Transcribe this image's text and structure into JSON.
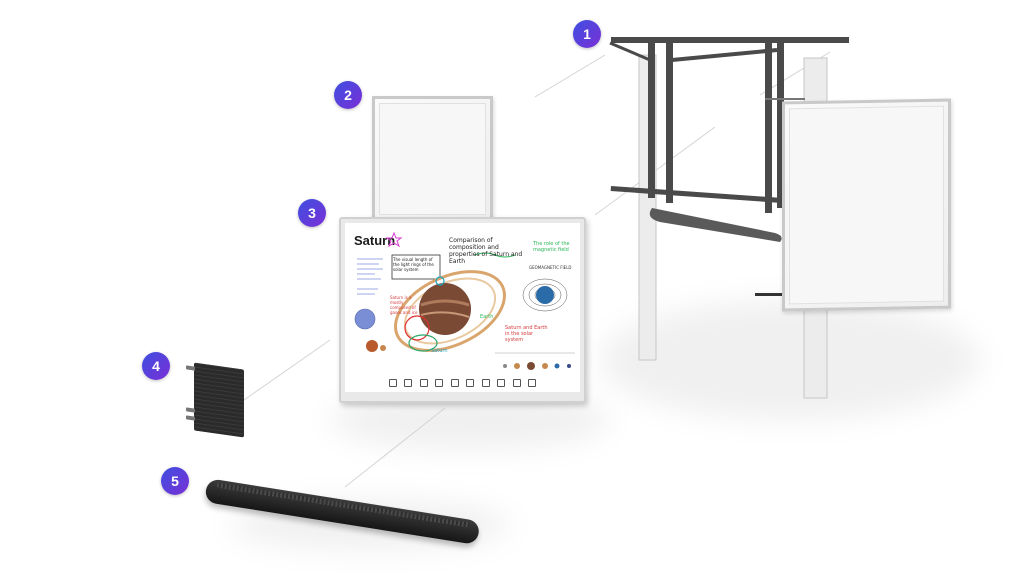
{
  "callouts": [
    {
      "number": "1",
      "component": "stand-frame"
    },
    {
      "number": "2",
      "component": "whiteboard-panel"
    },
    {
      "number": "3",
      "component": "interactive-display"
    },
    {
      "number": "4",
      "component": "computer-module"
    },
    {
      "number": "5",
      "component": "soundbar"
    }
  ],
  "display_screen": {
    "title": "Saturn",
    "notes": {
      "composition": "Comparison of composition and properties of Saturn and Earth",
      "magnetic_field": "The role of the magnetic field",
      "geomagnetic": "GEOMAGNETIC FIELD",
      "rings": "The visual length of the light rings of the solar system",
      "gas": "Saturn is a mostly composed of gases and ice",
      "comparison": "Saturn and Earth in the solar system",
      "earth_label": "Earth",
      "saturn_label": "Saturn"
    }
  },
  "colors": {
    "badge_start": "#3d4fe0",
    "badge_end": "#7b2fd6",
    "frame": "#4a4a4a",
    "leader_line": "#cfcfcf"
  }
}
